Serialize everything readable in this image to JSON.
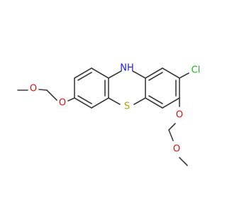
{
  "molecule": {
    "atoms": {
      "nh": "NH",
      "s": "S",
      "cl": "Cl",
      "o_left_ring": "O",
      "o_left_ether": "O",
      "o_right_ring": "O",
      "o_right_ether": "O"
    },
    "colors": {
      "bond": "#3c3c3c",
      "nitrogen": "#2020e0",
      "sulfur": "#b8a200",
      "chlorine": "#1fb21f",
      "oxygen": "#e01010"
    }
  }
}
